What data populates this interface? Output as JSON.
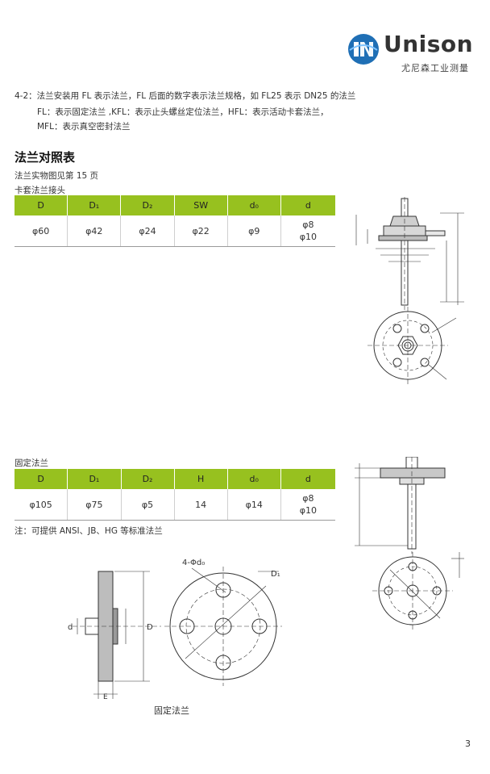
{
  "brand": {
    "name": "Unison",
    "subtitle": "尤尼森工业测量"
  },
  "intro": {
    "line1": "4-2：法兰安装用 FL 表示法兰，FL 后面的数字表示法兰规格，如 FL25 表示 DN25 的法兰",
    "line2": "FL：表示固定法兰 ,KFL：表示止头螺丝定位法兰，HFL：表示活动卡套法兰，",
    "line3": "MFL：表示真空密封法兰"
  },
  "section_title": "法兰对照表",
  "see_page": "法兰实物图见第 15 页",
  "table1": {
    "caption": "卡套法兰接头",
    "headers": [
      "D",
      "D₁",
      "D₂",
      "SW",
      "d₀",
      "d"
    ],
    "row": [
      "φ60",
      "φ42",
      "φ24",
      "φ22",
      "φ9",
      "φ8"
    ],
    "extra": "φ10"
  },
  "table2": {
    "caption": "固定法兰",
    "headers": [
      "D",
      "D₁",
      "D₂",
      "H",
      "d₀",
      "d"
    ],
    "row": [
      "φ105",
      "φ75",
      "φ5",
      "14",
      "φ14",
      "φ8"
    ],
    "extra": "φ10"
  },
  "footnote": "注：可提供 ANSI、JB、HG 等标准法兰",
  "drawing_labels": {
    "holes": "4-Φd₀",
    "d1": "D₁",
    "d": "d",
    "D": "D",
    "e": "E",
    "caption": "固定法兰"
  },
  "page_number": "3",
  "colors": {
    "header_green": "#97c11f",
    "logo_blue": "#1f6fb5"
  }
}
